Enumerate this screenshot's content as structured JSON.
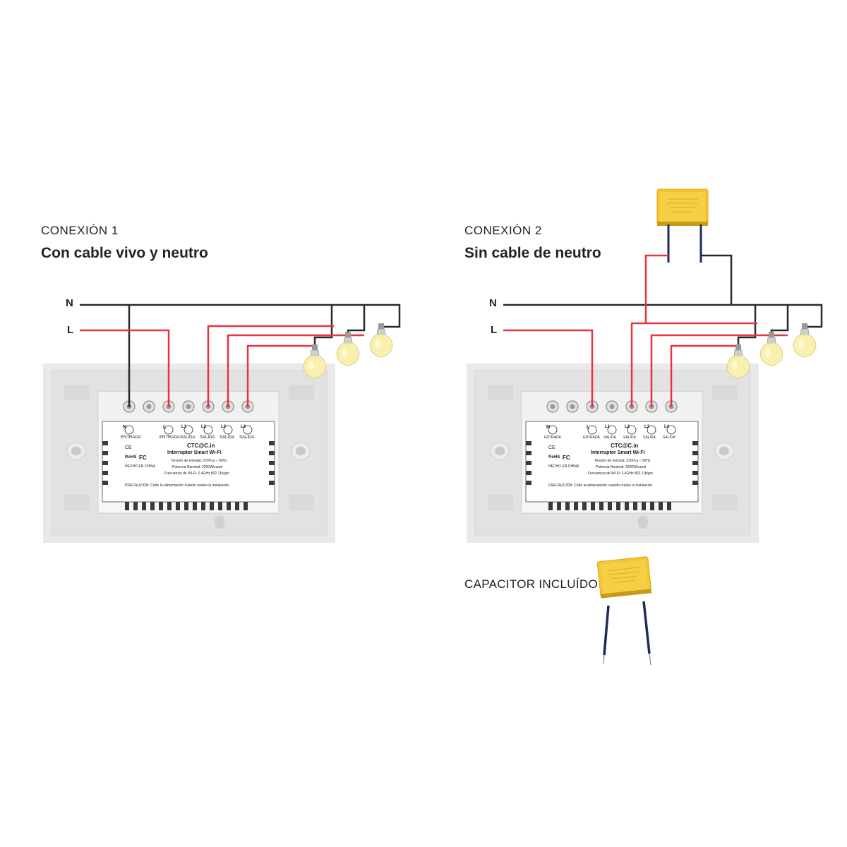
{
  "connection1": {
    "number": "CONEXIÓN 1",
    "title": "Con cable vivo y neutro"
  },
  "connection2": {
    "number": "CONEXIÓN 2",
    "title": "Sin cable de neutro"
  },
  "wires": {
    "neutral": "N",
    "live": "L"
  },
  "capacitor_label": "CAPACITOR INCLUÍDO",
  "device": {
    "terminals": [
      {
        "symbol": "N",
        "label": "ENTRADA"
      },
      {
        "symbol": "L",
        "label": "ENTRADA"
      },
      {
        "symbol": "L1",
        "label": "SALIDA"
      },
      {
        "symbol": "L2",
        "label": "SALIDA"
      },
      {
        "symbol": "L3",
        "label": "SALIDA"
      },
      {
        "symbol": "L4",
        "label": "SALIDA"
      }
    ],
    "brand": "CTC@C.in",
    "product": "Interruptor Smart Wi-Fi",
    "spec_voltage": "Tensión de entrada: 220Vca – 50Hz",
    "spec_power": "Potencia Nominal: 2200W/canal",
    "spec_wifi": "Frecuencia de Wi-Fi: 2,4GHz 802.11b/g/n",
    "origin": "HECHO EN CHINA",
    "marks": [
      "CE",
      "RoHS",
      "FC"
    ],
    "caution": "PRECAUCIÓN: Corte la alimentación cuando realice la instalación"
  },
  "colors": {
    "live_wire": "#e8343c",
    "neutral_wire": "#2a2a2a",
    "bulb": "#f9f0b0",
    "capacitor": "#f3c630",
    "capacitor_leg": "#1f2a5c",
    "plate": "#e6e6e6"
  }
}
